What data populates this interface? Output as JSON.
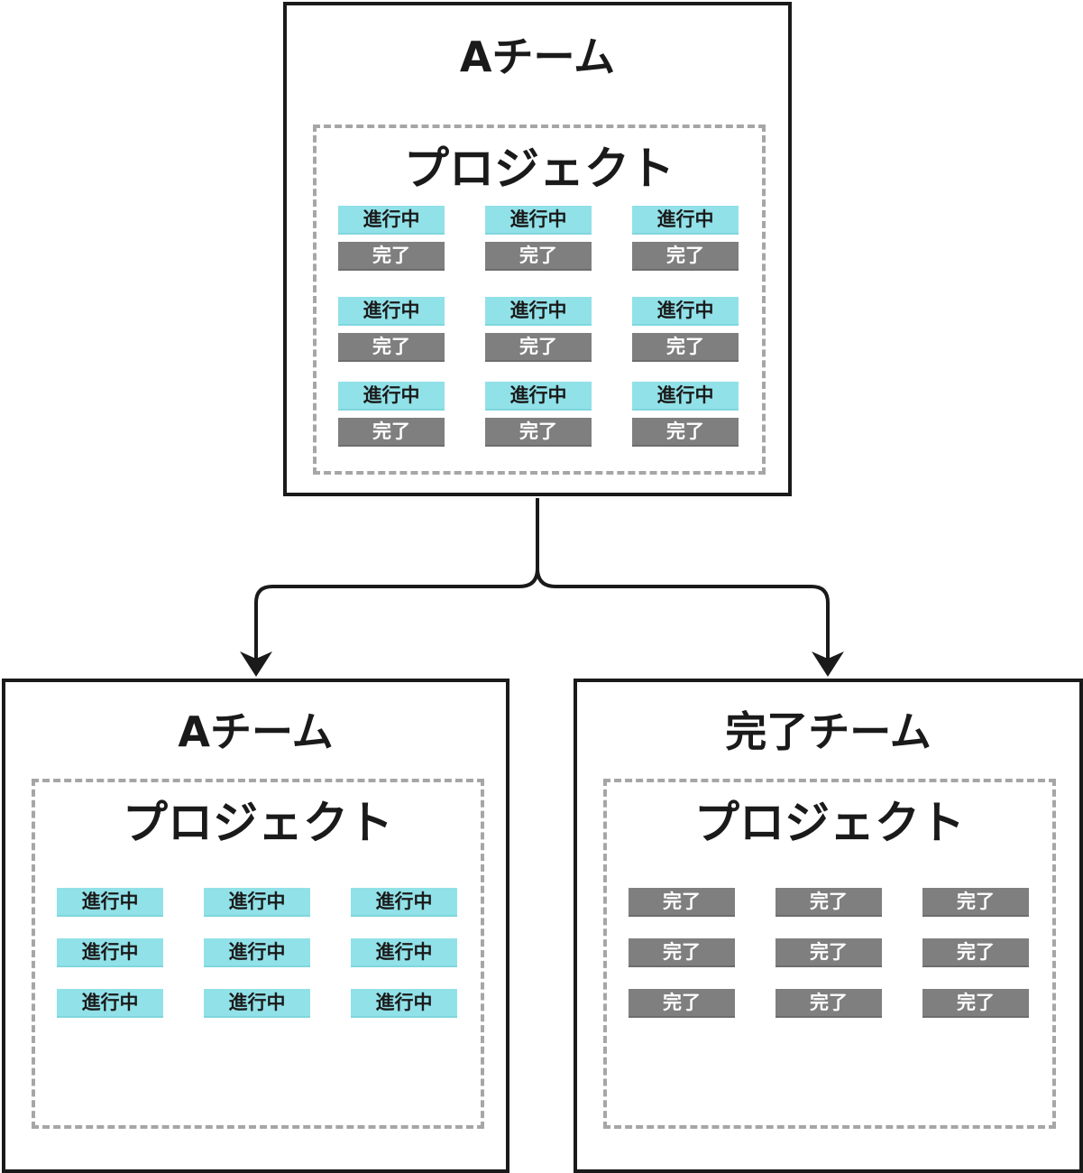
{
  "diagram": {
    "top_team": {
      "title": "Aチーム",
      "project_title": "プロジェクト",
      "rows": [
        [
          {
            "progress": "進行中",
            "done": "完了"
          },
          {
            "progress": "進行中",
            "done": "完了"
          },
          {
            "progress": "進行中",
            "done": "完了"
          }
        ],
        [
          {
            "progress": "進行中",
            "done": "完了"
          },
          {
            "progress": "進行中",
            "done": "完了"
          },
          {
            "progress": "進行中",
            "done": "完了"
          }
        ],
        [
          {
            "progress": "進行中",
            "done": "完了"
          },
          {
            "progress": "進行中",
            "done": "完了"
          },
          {
            "progress": "進行中",
            "done": "完了"
          }
        ]
      ]
    },
    "left_team": {
      "title": "Aチーム",
      "project_title": "プロジェクト",
      "tags": [
        "進行中",
        "進行中",
        "進行中",
        "進行中",
        "進行中",
        "進行中",
        "進行中",
        "進行中",
        "進行中"
      ]
    },
    "right_team": {
      "title": "完了チーム",
      "project_title": "プロジェクト",
      "tags": [
        "完了",
        "完了",
        "完了",
        "完了",
        "完了",
        "完了",
        "完了",
        "完了",
        "完了"
      ]
    },
    "colors": {
      "progress_tag": "#91e1e8",
      "done_tag": "#7f7f7f",
      "border": "#1a1a1a",
      "dashed_border": "#a6a6a6"
    }
  }
}
